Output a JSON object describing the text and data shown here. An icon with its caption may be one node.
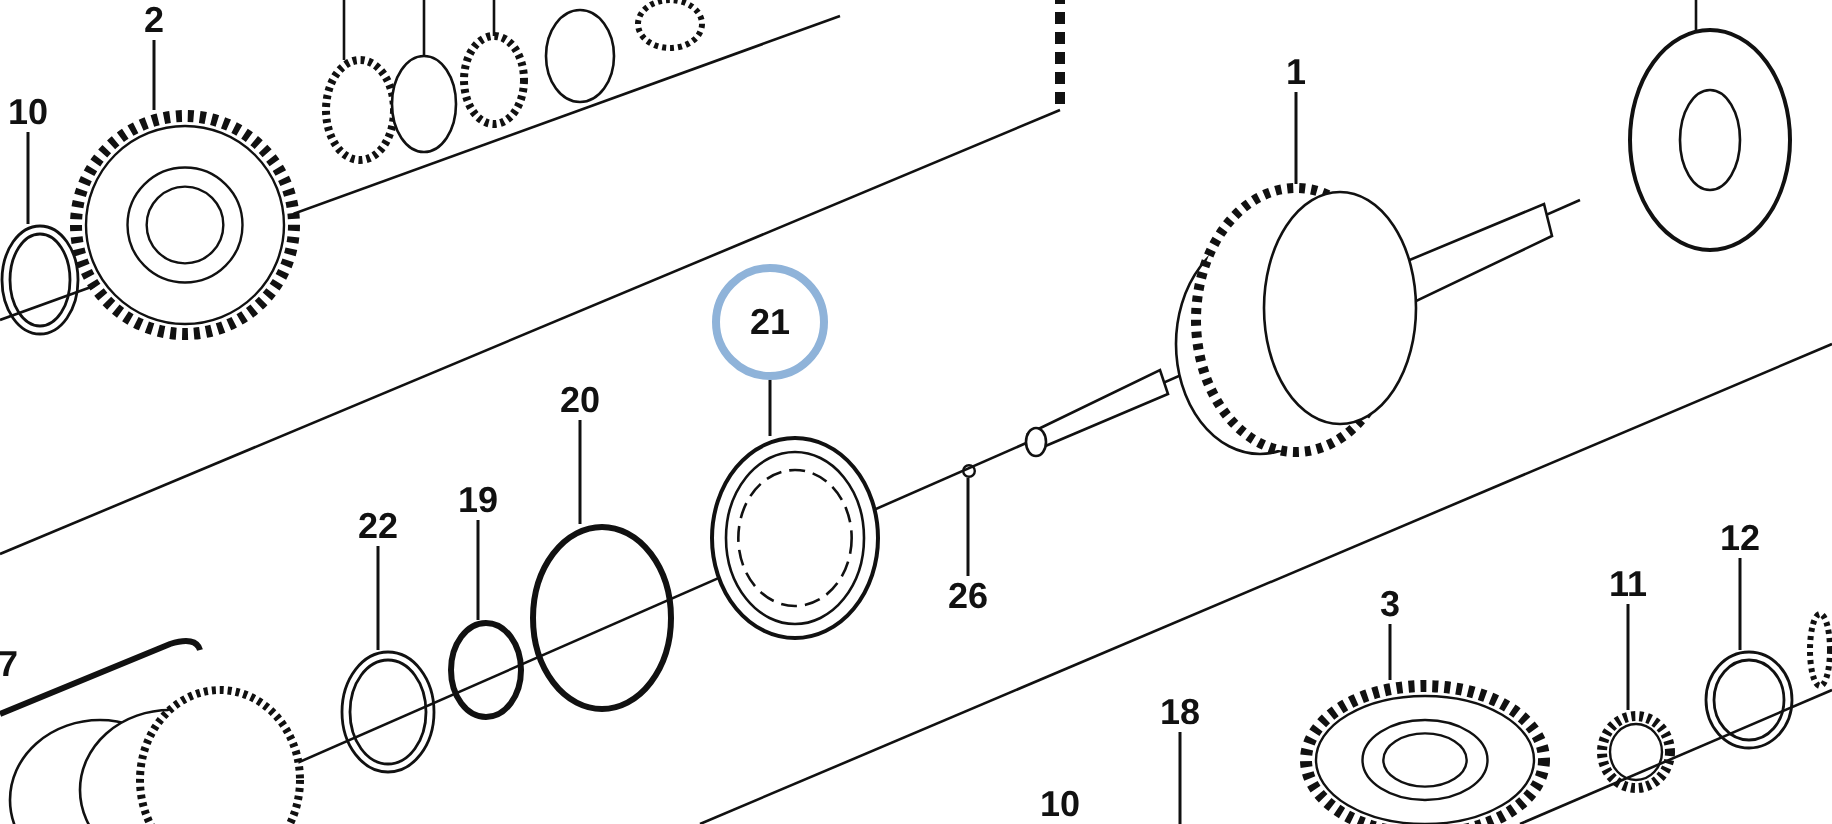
{
  "diagram": {
    "nodes": [
      {
        "text": [
          "2"
        ]
      },
      {
        "text": [
          "10"
        ]
      },
      {
        "text": [
          "1"
        ]
      },
      {
        "text": [
          "21"
        ]
      },
      {
        "text": [
          "20"
        ]
      },
      {
        "text": [
          "22"
        ]
      },
      {
        "text": [
          "19"
        ]
      },
      {
        "text": [
          "26"
        ]
      },
      {
        "text": [
          "3"
        ]
      },
      {
        "text": [
          "11"
        ]
      },
      {
        "text": [
          "12"
        ]
      },
      {
        "text": [
          "18"
        ]
      },
      {
        "text": [],
        "shape": "picture"
      },
      {
        "text": [],
        "shape": "picture"
      },
      {
        "text": [],
        "shape": "picture"
      },
      {
        "text": [],
        "shape": "picture"
      },
      {
        "text": [],
        "shape": "circle"
      },
      {
        "text": [],
        "shape": "picture"
      },
      {
        "text": [],
        "shape": "circle"
      },
      {
        "text": [],
        "shape": "circle"
      },
      {
        "text": [],
        "shape": "picture"
      },
      {
        "text": [],
        "shape": "picture"
      },
      {
        "text": [],
        "shape": "picture"
      }
    ],
    "edges": [
      {
        "from": 0,
        "to": 12,
        "arrow": "none"
      },
      {
        "from": 1,
        "to": 13,
        "arrow": "none"
      },
      {
        "from": 2,
        "to": 14,
        "arrow": "none"
      },
      {
        "from": 3,
        "to": 15,
        "arrow": "none"
      },
      {
        "from": 4,
        "to": 16,
        "arrow": "none"
      },
      {
        "from": 5,
        "to": 17,
        "arrow": "none"
      },
      {
        "from": 6,
        "to": 18,
        "arrow": "none"
      },
      {
        "from": 7,
        "to": 19,
        "arrow": "none"
      },
      {
        "from": 8,
        "to": 20,
        "arrow": "none"
      },
      {
        "from": 9,
        "to": 21,
        "arrow": "none"
      },
      {
        "from": 10,
        "to": 22,
        "arrow": "none"
      },
      {
        "from": 11,
        "to": null,
        "arrow": "none"
      }
    ],
    "labels": [
      "7",
      "10"
    ]
  }
}
